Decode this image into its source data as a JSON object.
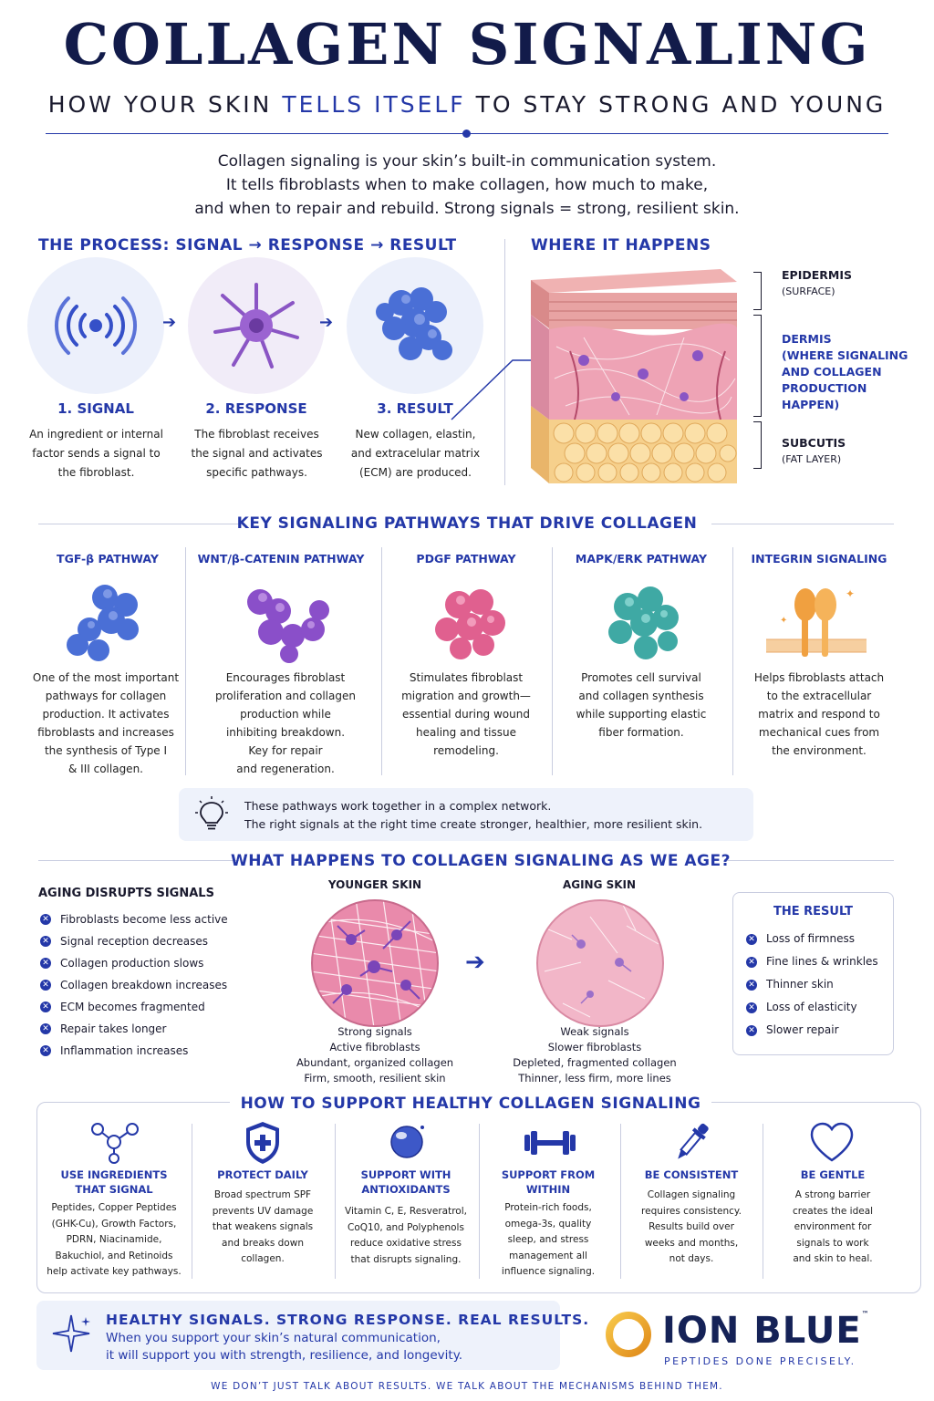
{
  "header": {
    "title": "COLLAGEN SIGNALING",
    "subtitle_pre": "HOW YOUR SKIN ",
    "subtitle_hl": "TELLS ITSELF",
    "subtitle_post": " TO STAY STRONG AND YOUNG",
    "intro": [
      "Collagen signaling is your skin’s built-in communication system.",
      "It tells fibroblasts when to make collagen, how much to make,",
      "and when to repair and rebuild. Strong signals = strong, resilient skin."
    ]
  },
  "process": {
    "heading": "THE PROCESS: SIGNAL → RESPONSE → RESULT",
    "steps": [
      {
        "title": "1. SIGNAL",
        "text": [
          "An ingredient or internal",
          "factor sends a signal to",
          "the fibroblast."
        ]
      },
      {
        "title": "2. RESPONSE",
        "text": [
          "The fibroblast receives",
          "the signal and activates",
          "specific pathways."
        ]
      },
      {
        "title": "3. RESULT",
        "text": [
          "New collagen, elastin,",
          "and extracelular matrix",
          "(ECM) are produced."
        ]
      }
    ]
  },
  "where": {
    "heading": "WHERE IT HAPPENS",
    "layers": [
      {
        "name": "EPIDERMIS",
        "sub": [
          "(SURFACE)"
        ]
      },
      {
        "name": "DERMIS",
        "sub": [
          "(WHERE SIGNALING",
          "AND COLLAGEN",
          "PRODUCTION",
          "HAPPEN)"
        ]
      },
      {
        "name": "SUBCUTIS",
        "sub": [
          "(FAT LAYER)"
        ]
      }
    ]
  },
  "pathways": {
    "heading": "KEY SIGNALING PATHWAYS THAT DRIVE COLLAGEN",
    "items": [
      {
        "title": "TGF-β PATHWAY",
        "color": "#4a6fd6",
        "text": [
          "One of the most important",
          "pathways for collagen",
          "production. It activates",
          "fibroblasts and increases",
          "the synthesis of Type I",
          "& III collagen."
        ]
      },
      {
        "title": "WNT/β-CATENIN PATHWAY",
        "color": "#8a4fc9",
        "text": [
          "Encourages fibroblast",
          "proliferation and collagen",
          "production while",
          "inhibiting breakdown.",
          "Key for repair",
          "and regeneration."
        ]
      },
      {
        "title": "PDGF PATHWAY",
        "color": "#e0608f",
        "text": [
          "Stimulates fibroblast",
          "migration and growth—",
          "essential during wound",
          "healing and tissue",
          "remodeling."
        ]
      },
      {
        "title": "MAPK/ERK PATHWAY",
        "color": "#3fa9a4",
        "text": [
          "Promotes cell survival",
          "and collagen synthesis",
          "while supporting elastic",
          "fiber formation."
        ]
      },
      {
        "title": "INTEGRIN SIGNALING",
        "color": "#f0a040",
        "text": [
          "Helps fibroblasts attach",
          "to the extracellular",
          "matrix and respond to",
          "mechanical cues from",
          "the environment."
        ]
      }
    ],
    "tip": [
      "These pathways work together in a complex network.",
      "The right signals at the right time create stronger, healthier, more resilient skin."
    ]
  },
  "aging": {
    "heading": "WHAT HAPPENS TO COLLAGEN SIGNALING AS WE AGE?",
    "disrupts_title": "AGING DISRUPTS SIGNALS",
    "disrupts": [
      "Fibroblasts become less active",
      "Signal reception decreases",
      "Collagen production slows",
      "Collagen breakdown increases",
      "ECM becomes fragmented",
      "Repair takes longer",
      "Inflammation increases"
    ],
    "younger": {
      "label": "YOUNGER SKIN",
      "caption": [
        "Strong signals",
        "Active fibroblasts",
        "Abundant, organized collagen",
        "Firm, smooth, resilient skin"
      ]
    },
    "aging": {
      "label": "AGING SKIN",
      "caption": [
        "Weak signals",
        "Slower fibroblasts",
        "Depleted, fragmented collagen",
        "Thinner, less firm, more lines"
      ]
    },
    "result_title": "THE RESULT",
    "results": [
      "Loss of firmness",
      "Fine lines & wrinkles",
      "Thinner skin",
      "Loss of elasticity",
      "Slower repair"
    ]
  },
  "support": {
    "heading": "HOW TO SUPPORT HEALTHY COLLAGEN SIGNALING",
    "items": [
      {
        "icon": "molecule-icon",
        "title": [
          "USE INGREDIENTS",
          "THAT SIGNAL"
        ],
        "text": [
          "Peptides, Copper Peptides",
          "(GHK-Cu), Growth Factors,",
          "PDRN, Niacinamide,",
          "Bakuchiol, and Retinoids",
          "help activate key pathways."
        ]
      },
      {
        "icon": "shield-plus-icon",
        "title": [
          "PROTECT DAILY"
        ],
        "text": [
          "Broad spectrum SPF",
          "prevents UV damage",
          "that weakens signals",
          "and breaks down",
          "collagen."
        ]
      },
      {
        "icon": "antioxidant-sphere-icon",
        "title": [
          "SUPPORT WITH",
          "ANTIOXIDANTS"
        ],
        "text": [
          "Vitamin C, E, Resveratrol,",
          "CoQ10, and Polyphenols",
          "reduce oxidative stress",
          "that disrupts signaling."
        ]
      },
      {
        "icon": "dumbbell-icon",
        "title": [
          "SUPPORT FROM",
          "WITHIN"
        ],
        "text": [
          "Protein-rich foods,",
          "omega-3s, quality",
          "sleep, and stress",
          "management all",
          "influence signaling."
        ]
      },
      {
        "icon": "dropper-icon",
        "title": [
          "BE CONSISTENT"
        ],
        "text": [
          "Collagen signaling",
          "requires consistency.",
          "Results build over",
          "weeks and months,",
          "not days."
        ]
      },
      {
        "icon": "heart-icon",
        "title": [
          "BE GENTLE"
        ],
        "text": [
          "A strong barrier",
          "creates the ideal",
          "environment for",
          "signals to work",
          "and skin to heal."
        ]
      }
    ]
  },
  "banner": {
    "headline": "HEALTHY SIGNALS. STRONG RESPONSE. REAL RESULTS.",
    "text": [
      "When you support your skin’s natural communication,",
      "it will support you with strength, resilience, and longevity."
    ]
  },
  "brand": {
    "name": "ION BLUE",
    "tm": "™",
    "tagline": "PEPTIDES DONE PRECISELY."
  },
  "footer": "WE DON’T JUST TALK ABOUT RESULTS. WE TALK ABOUT THE MECHANISMS BEHIND THEM.",
  "colors": {
    "accent": "#2438a8",
    "navy": "#121b4a",
    "panel": "#eef2fb"
  }
}
